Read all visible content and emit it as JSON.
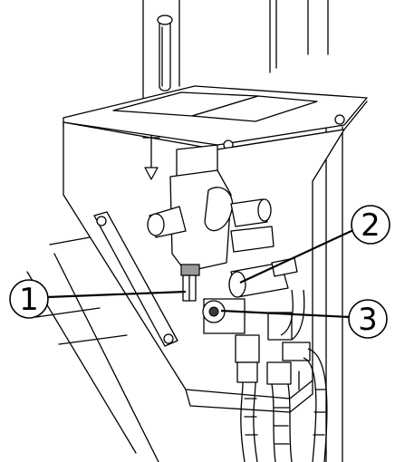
{
  "callouts": [
    {
      "id": "1",
      "label": "1"
    },
    {
      "id": "2",
      "label": "2"
    },
    {
      "id": "3",
      "label": "3"
    }
  ],
  "colors": {
    "line": "#000000",
    "background": "#ffffff",
    "shading": "#9a9a9a"
  }
}
